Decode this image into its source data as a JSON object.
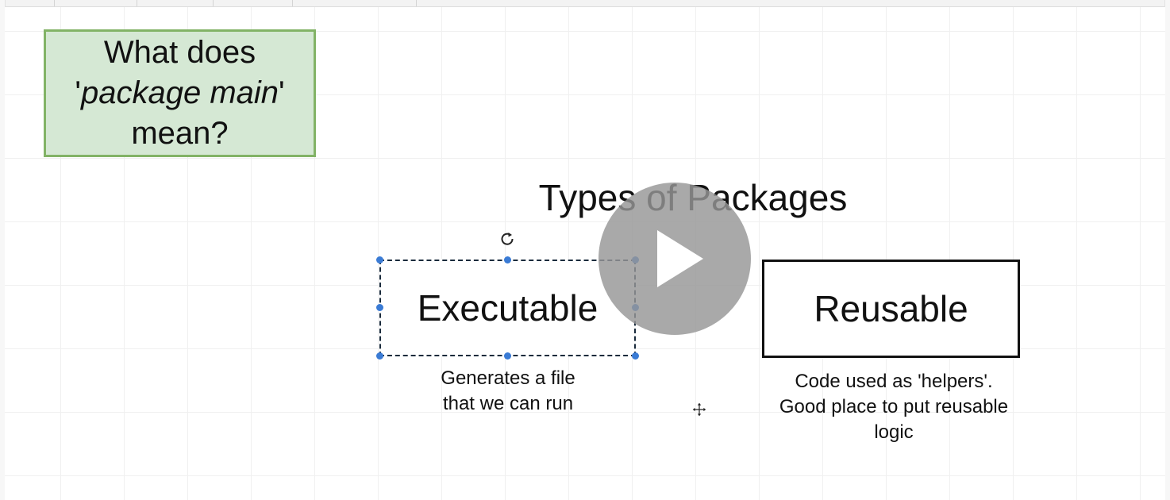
{
  "question_card": {
    "line1": "What does",
    "quote_open": "'",
    "italic": "package main",
    "quote_close": "'",
    "line3": "mean?"
  },
  "heading": "Types of Packages",
  "executable": {
    "label": "Executable",
    "description": [
      "Generates a file",
      "that we can run"
    ]
  },
  "reusable": {
    "label": "Reusable",
    "description": [
      "Code used as 'helpers'.",
      "Good place to put reusable",
      "logic"
    ]
  },
  "icons": {
    "rotate": "rotate-icon",
    "move": "move-cursor-icon",
    "play": "play-icon"
  },
  "colors": {
    "card_fill": "#d5e8d4",
    "card_border": "#82b366",
    "selection_handle": "#3a7bd5",
    "play_overlay": "#969696"
  }
}
